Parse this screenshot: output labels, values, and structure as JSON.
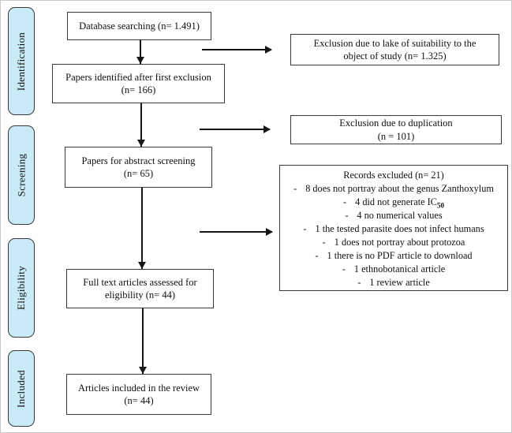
{
  "colors": {
    "stage_fill": "#c9ebf8",
    "box_border": "#3a3a3a",
    "arrow": "#161616",
    "background": "#ffffff"
  },
  "stages": [
    {
      "label": "Identification"
    },
    {
      "label": "Screening"
    },
    {
      "label": "Eligibility"
    },
    {
      "label": "Included"
    }
  ],
  "flow": {
    "database_searching": {
      "line1": "Database searching (n= 1.491)"
    },
    "first_exclusion": {
      "line1": "Papers identified after first exclusion",
      "line2": "(n= 166)"
    },
    "abstract_screening": {
      "line1": "Papers for abstract screening",
      "line2": "(n= 65)"
    },
    "full_text": {
      "line1": "Full text articles assessed for",
      "line2": "eligibility (n= 44)"
    },
    "included": {
      "line1": "Articles included in the review",
      "line2": "(n= 44)"
    }
  },
  "exclusions": {
    "suitability": {
      "line1": "Exclusion due to lake of suitability to the",
      "line2": "object of study (n= 1.325)"
    },
    "duplication": {
      "line1": "Exclusion due to duplication",
      "line2": "(n = 101)"
    },
    "records": {
      "title": "Records excluded (n= 21)",
      "items": [
        {
          "marker": "-",
          "text": "8 does not portray about the genus Zanthoxylum"
        },
        {
          "marker": "-",
          "text": "4 did not generate IC",
          "sub": "50"
        },
        {
          "marker": "-",
          "text": "4 no numerical values"
        },
        {
          "marker": "-",
          "text": "1 the tested parasite does not infect humans"
        },
        {
          "marker": "-",
          "text": "1 does not portray about protozoa"
        },
        {
          "marker": "-",
          "text": "1 there is no PDF article to download"
        },
        {
          "marker": "-",
          "text": "1 ethnobotanical article"
        },
        {
          "marker": "-",
          "text": "1 review article"
        }
      ]
    }
  }
}
